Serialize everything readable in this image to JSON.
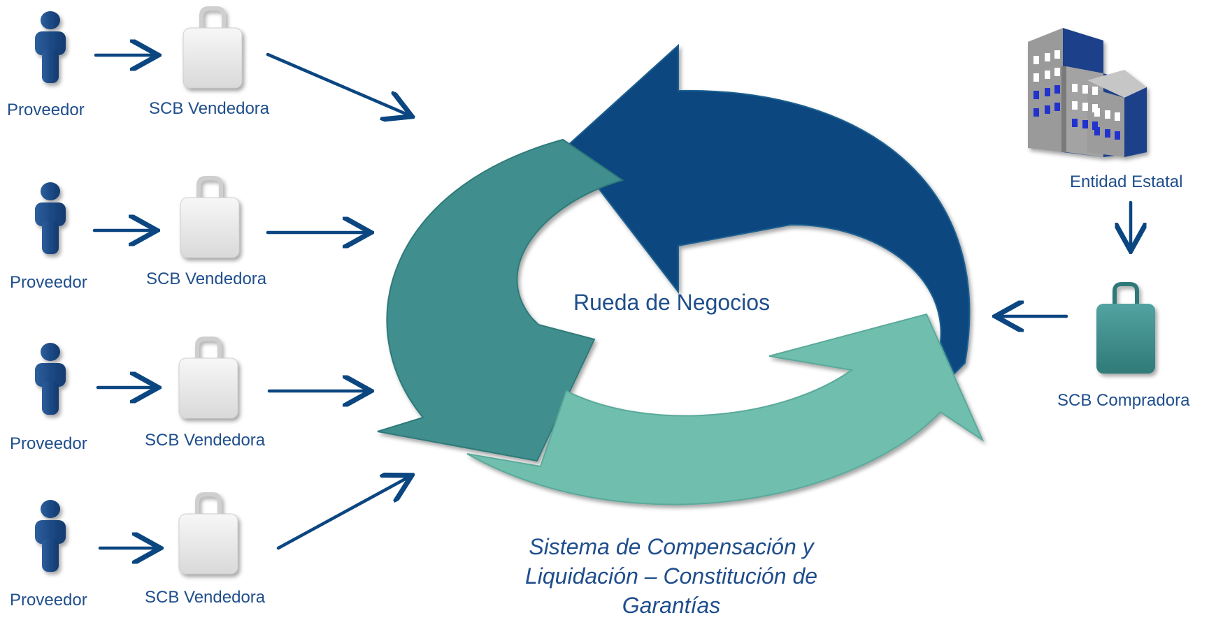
{
  "providers": [
    {
      "provider_label": "Proveedor",
      "scb_label": "SCB Vendedora"
    },
    {
      "provider_label": "Proveedor",
      "scb_label": "SCB Vendedora"
    },
    {
      "provider_label": "Proveedor",
      "scb_label": "SCB Vendedora"
    },
    {
      "provider_label": "Proveedor",
      "scb_label": "SCB Vendedora"
    }
  ],
  "entity_label": "Entidad Estatal",
  "buyer_label": "SCB Compradora",
  "center_label": "Rueda de Negocios",
  "caption": "Sistema de Compensación y Liquidación – Constitución de Garantías",
  "icons": {
    "provider": "person-icon",
    "seller": "briefcase-icon",
    "buyer": "briefcase-icon",
    "entity": "building-icon"
  },
  "colors": {
    "navy": "#0b4680",
    "teal": "#3f8f8e",
    "mint": "#6fbfae",
    "label": "#1f4e8c",
    "briefcase_white": "#e9e9e9",
    "briefcase_teal": "#3e8f8e"
  }
}
